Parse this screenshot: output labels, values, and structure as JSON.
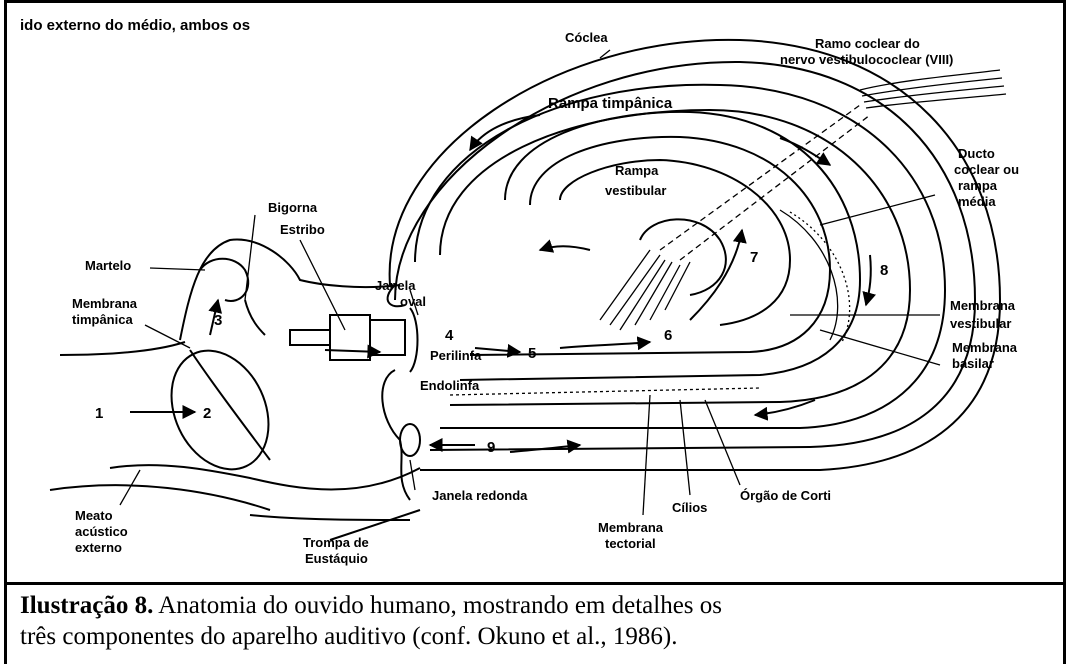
{
  "diagram": {
    "cut_text": "ido externo do médio, ambos os",
    "labels": {
      "coclea": "Cóclea",
      "ramo_1": "Ramo coclear do",
      "ramo_2": "nervo vestibulococlear (VIII)",
      "rampa_timpanica": "Rampa timpânica",
      "rampa_vest_1": "Rampa",
      "rampa_vest_2": "vestibular",
      "ducto_1": "Ducto",
      "ducto_2": "coclear ou",
      "ducto_3": "rampa",
      "ducto_4": "média",
      "bigorna": "Bigorna",
      "estribo": "Estribo",
      "martelo": "Martelo",
      "janela_oval_1": "Janela",
      "janela_oval_2": "oval",
      "membrana_timp_1": "Membrana",
      "membrana_timp_2": "timpânica",
      "perilinfa": "Perilinfa",
      "endolinfa": "Endolinfa",
      "membrana_vest_1": "Membrana",
      "membrana_vest_2": "vestibular",
      "membrana_bas_1": "Membrana",
      "membrana_bas_2": "basilar",
      "meato_1": "Meato",
      "meato_2": "acústico",
      "meato_3": "externo",
      "janela_redonda": "Janela redonda",
      "trompa_1": "Trompa de",
      "trompa_2": "Eustáquio",
      "membrana_tect_1": "Membrana",
      "membrana_tect_2": "tectorial",
      "cilios": "Cílios",
      "orgao_corti": "Órgão de Corti"
    },
    "numbers": {
      "n1": "1",
      "n2": "2",
      "n3": "3",
      "n4": "4",
      "n5": "5",
      "n6": "6",
      "n7": "7",
      "n8": "8",
      "n9": "9"
    }
  },
  "caption": {
    "label": "Ilustração 8.",
    "line1_rest": " Anatomia do ouvido humano, mostrando em detalhes os",
    "line2": "três componentes do aparelho auditivo (conf. Okuno et al., 1986)."
  }
}
